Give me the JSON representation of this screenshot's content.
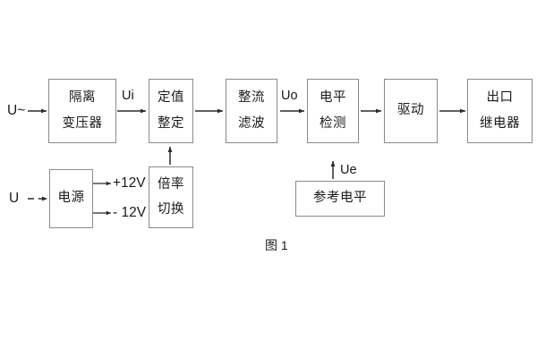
{
  "figure": {
    "caption": "图 1",
    "colors": {
      "border": "#8a8a8a",
      "text": "#1a1a1a",
      "arrow": "#2b2b2b",
      "background": "#ffffff"
    }
  },
  "blocks": {
    "isolation_transformer": {
      "line1": "隔离",
      "line2": "变压器"
    },
    "setting_value": {
      "line1": "定值",
      "line2": "整定"
    },
    "rectify_filter": {
      "line1": "整流",
      "line2": "滤波"
    },
    "level_detect": {
      "line1": "电平",
      "line2": "检测"
    },
    "drive": {
      "line1": "驱动"
    },
    "output_relay": {
      "line1": "出口",
      "line2": "继电器"
    },
    "power_supply": {
      "line1": "电源"
    },
    "multiplier_switch": {
      "line1": "倍率",
      "line2": "切换"
    },
    "reference_level": {
      "line1": "参考电平"
    }
  },
  "labels": {
    "input_ac": "U~",
    "input_dc": "U",
    "ui": "Ui",
    "uo": "Uo",
    "ue": "Ue",
    "supply_positive": "+12V",
    "supply_negative": "- 12V"
  }
}
